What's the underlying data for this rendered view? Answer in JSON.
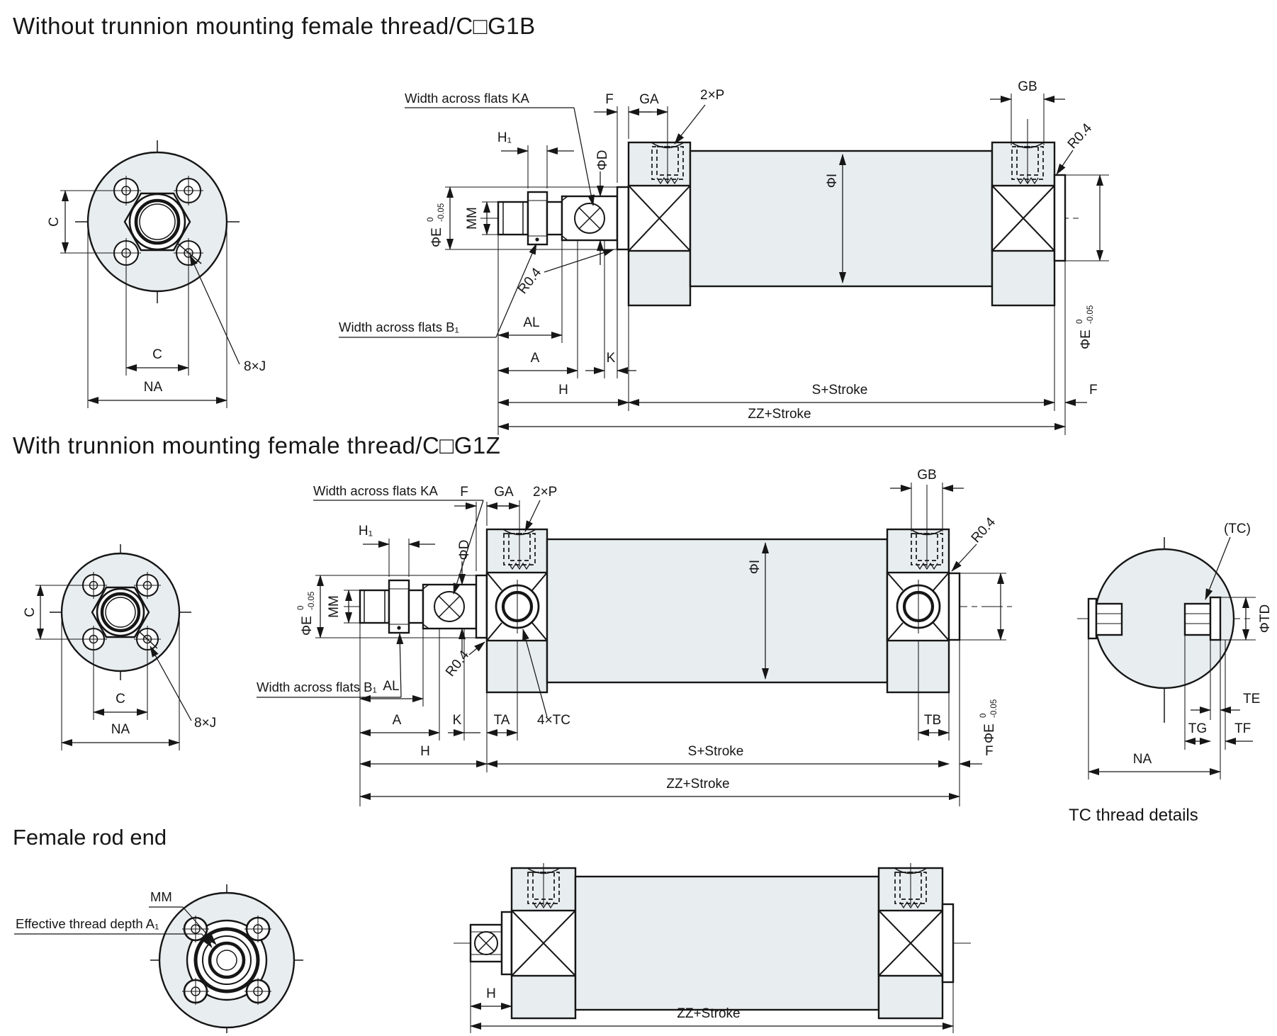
{
  "s1": {
    "title": "Without trunnion mounting female thread/C□G1B",
    "flange": {
      "c_side": "C",
      "c_bottom": "C",
      "na": "NA",
      "bolts": "8×J"
    },
    "side": {
      "flats_ka": "Width across flats KA",
      "flats_b1": "Width across flats B₁",
      "h1": "H₁",
      "phi_d": "ΦD",
      "phi_e": "ΦE",
      "tol_hi": "0",
      "tol_lo": "-0.05",
      "mm": "MM",
      "f_top": "F",
      "ga": "GA",
      "two_p": "2×P",
      "gb": "GB",
      "r04_top": "R0.4",
      "r04_rod": "R0.4",
      "phi_bore": "ΦI",
      "phi_e_right": "ΦE",
      "al": "AL",
      "a": "A",
      "k": "K",
      "h": "H",
      "s_stroke": "S+Stroke",
      "zz_stroke": "ZZ+Stroke",
      "f_right": "F"
    }
  },
  "s2": {
    "title": "With trunnion mounting female thread/C□G1Z",
    "flange": {
      "c_side": "C",
      "c_bottom": "C",
      "na": "NA",
      "bolts": "8×J"
    },
    "side": {
      "flats_ka": "Width across flats KA",
      "flats_b1": "Width across flats B₁",
      "h1": "H₁",
      "phi_d": "ΦD",
      "phi_e": "ΦE",
      "tol_hi": "0",
      "tol_lo": "-0.05",
      "mm": "MM",
      "f_top": "F",
      "ga": "GA",
      "two_p": "2×P",
      "gb": "GB",
      "r04_top": "R0.4",
      "r04_rod": "R0.4",
      "phi_bore": "ΦI",
      "phi_e_right": "ΦE",
      "al": "AL",
      "a": "A",
      "k": "K",
      "ta": "TA",
      "four_tc": "4×TC",
      "tb": "TB",
      "h": "H",
      "s_stroke": "S+Stroke",
      "zz_stroke": "ZZ+Stroke",
      "f_right": "F"
    },
    "tc": {
      "tc": "(TC)",
      "phi_td": "ΦTD",
      "te": "TE",
      "tg": "TG",
      "tf": "TF",
      "na": "NA",
      "caption": "TC thread details"
    }
  },
  "s3": {
    "title": "Female rod end",
    "mm": "MM",
    "depth": "Effective thread depth A₁",
    "h": "H",
    "zz_stroke": "ZZ+Stroke"
  }
}
